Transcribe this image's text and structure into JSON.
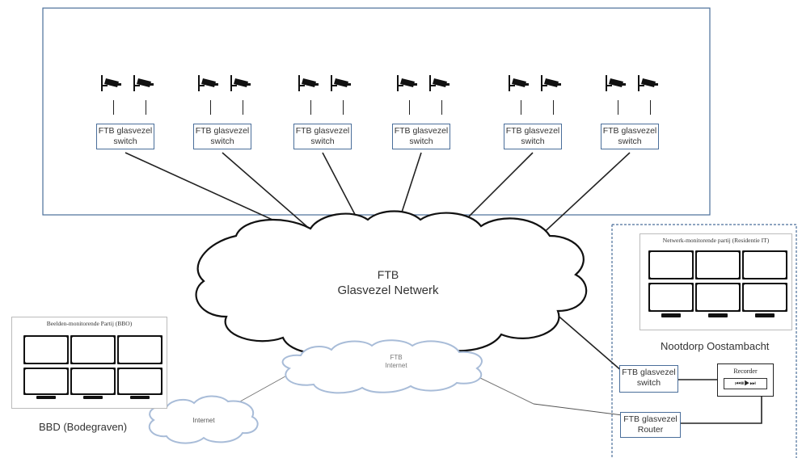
{
  "switch": {
    "line1": "FTB glasvezel",
    "line2": "switch"
  },
  "router": {
    "line1": "FTB glasvezel",
    "line2": "Router"
  },
  "main_cloud": {
    "line1": "FTB",
    "line2": "Glasvezel Netwerk"
  },
  "internet_cloud_ftb": {
    "line1": "FTB",
    "line2": "Internet"
  },
  "internet_cloud": {
    "label": "Internet"
  },
  "left_panel": {
    "title": "Beelden-monitorende Partij (BBO)",
    "caption": "BBD (Bodegraven)"
  },
  "right_panel": {
    "title": "Netwerk-monitorende partij (Residentie IT)",
    "caption": "Nootdorp Oostambacht"
  },
  "recorder": {
    "label": "Recorder",
    "controls": "⏮⏸▶⏭"
  },
  "colors": {
    "frame": "#4a6e9a",
    "line": "#222222",
    "cloud_outline": "#111111",
    "internet_cloud_outline": "#a8bcd8"
  },
  "icons": [
    "camera-icon",
    "monitor-icon"
  ]
}
